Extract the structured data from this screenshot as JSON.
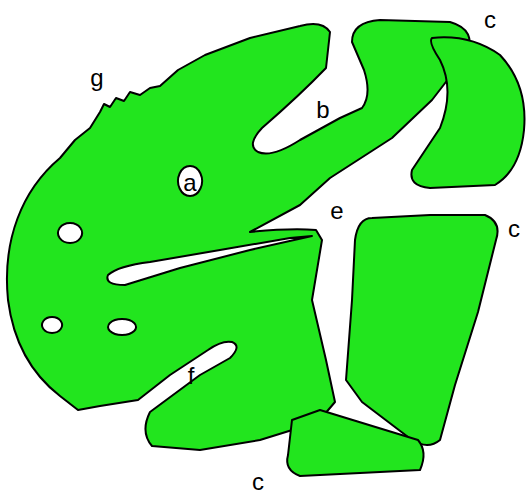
{
  "diagram": {
    "labels": [
      "c",
      "g",
      "b",
      "a",
      "e",
      "c",
      "f",
      "c"
    ]
  }
}
